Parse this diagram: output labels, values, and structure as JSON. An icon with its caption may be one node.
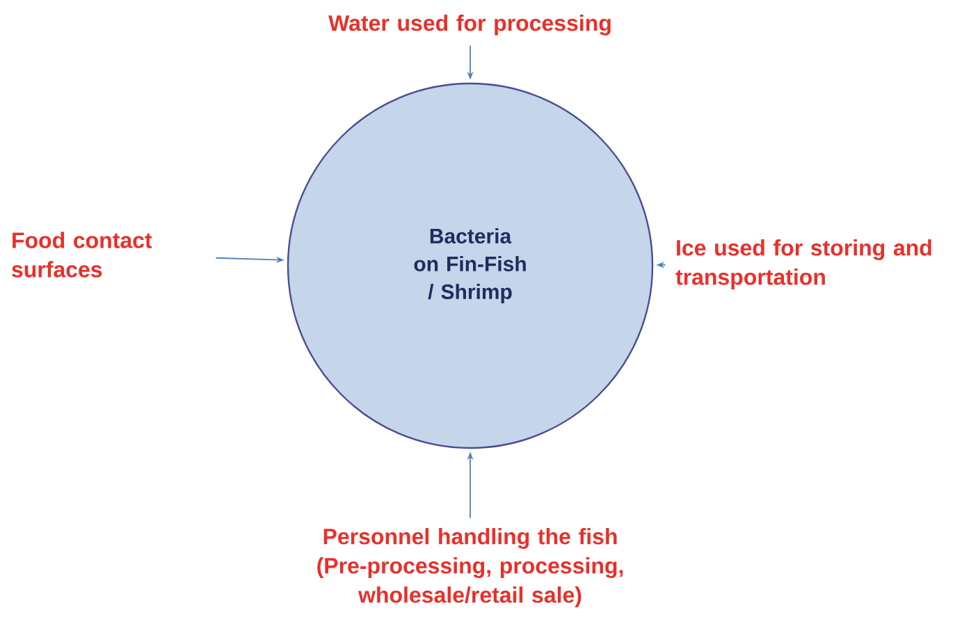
{
  "diagram": {
    "nodes": [
      {
        "text": [
          "Bacteria on Fin-Fish / Shrimp"
        ]
      },
      {
        "text": [
          "Water used for processing"
        ]
      },
      {
        "text": [
          "Food contact surfaces"
        ]
      },
      {
        "text": [
          "Ice used for storing and transportation"
        ]
      },
      {
        "text": [
          "Personnel handling the fish (Pre-processing, processing, wholesale/retail sale)"
        ]
      }
    ],
    "edges": [
      {
        "from": 1,
        "to": 0,
        "arrow": "to"
      },
      {
        "from": 2,
        "to": 0,
        "arrow": "to"
      },
      {
        "from": 3,
        "to": 0,
        "arrow": "to"
      },
      {
        "from": 4,
        "to": 0,
        "arrow": "to"
      }
    ]
  }
}
